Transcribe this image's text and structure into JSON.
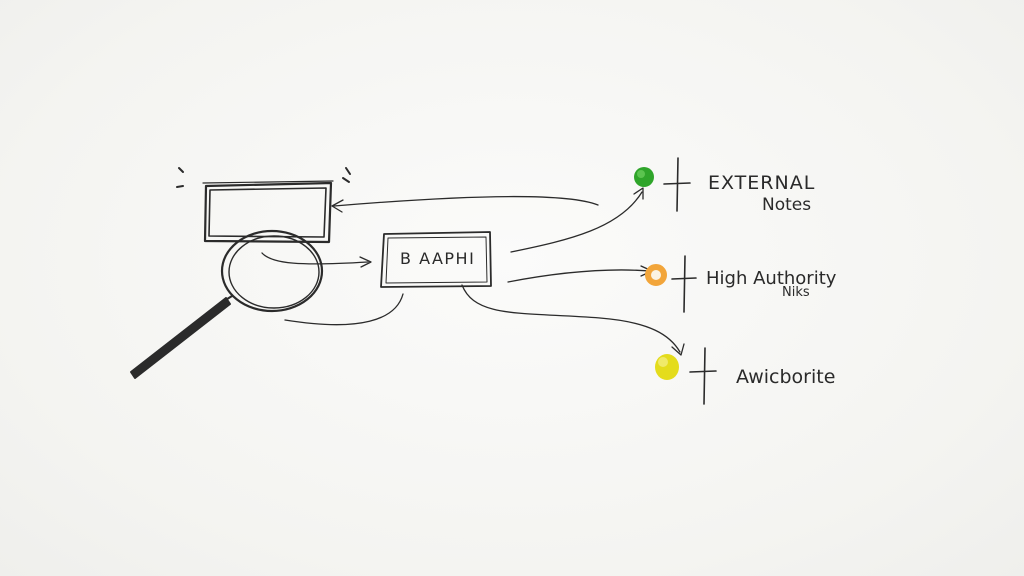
{
  "diagram": {
    "center_box": {
      "label": "B AAPHI"
    },
    "branches": [
      {
        "id": "external",
        "lines": [
          "EXTERNAL",
          "Notes"
        ],
        "dot_color": "#2fa52a",
        "dot_ring": false
      },
      {
        "id": "authority",
        "lines": [
          "High Authority",
          "Niks"
        ],
        "dot_color": "#f2a53a",
        "dot_ring": true
      },
      {
        "id": "awicborite",
        "lines": [
          "Awicborite"
        ],
        "dot_color": "#e4dc1c",
        "dot_ring": false
      }
    ]
  },
  "colors": {
    "ink": "#2b2b2b",
    "paper": "#f6f6f4"
  }
}
